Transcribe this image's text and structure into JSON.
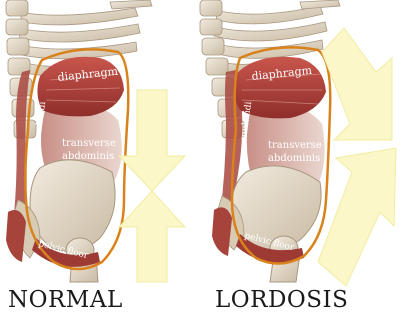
{
  "panels": [
    {
      "caption": "NORMAL",
      "labels": {
        "diaphragm": "diaphragm",
        "multifidi": "multifidi",
        "transverse_line1": "transverse",
        "transverse_line2": "abdominis",
        "pelvic_floor": "pelvic floor"
      },
      "arrows": "opposing (up and down)"
    },
    {
      "caption": "LORDOSIS",
      "labels": {
        "diaphragm": "diaphragm",
        "multifidi": "multifidi",
        "transverse_line1": "transverse",
        "transverse_line2": "abdominis",
        "pelvic_floor": "pelvic floor"
      },
      "arrows": "diagonal (down-right and up-right)"
    }
  ],
  "colors": {
    "outline": "#d9821c",
    "arrow_fill": "#fbf7c8",
    "arrow_stroke": "#f1eca2",
    "muscle": "#b5413a",
    "bone": "#e7dccb",
    "bone_shadow": "#b8a990",
    "background": "#ffffff"
  }
}
